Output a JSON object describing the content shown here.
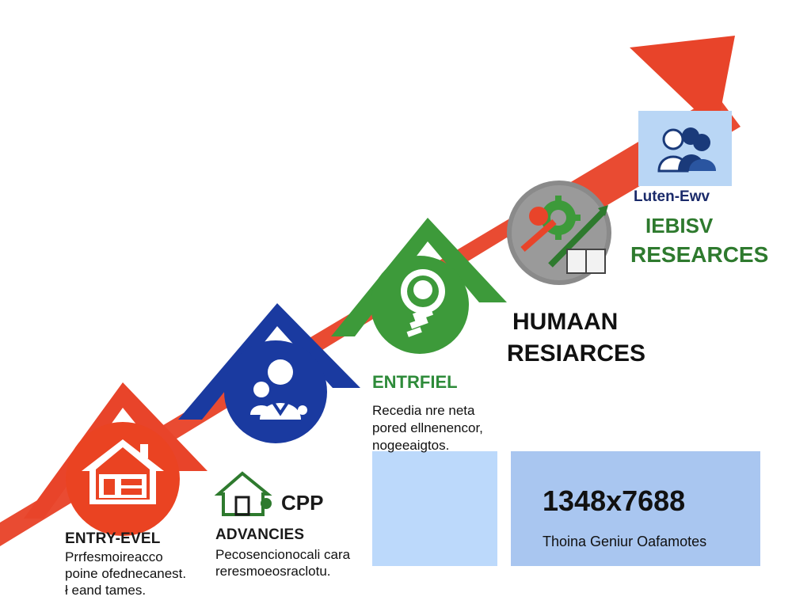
{
  "steps": [
    {
      "id": "entry",
      "title": "ENTRY-EVEL",
      "desc": [
        "Prrfesmoireacco",
        "poine ofednecanest.",
        "ł eand tames."
      ],
      "color": "#e8442a",
      "icon": "house-icon"
    },
    {
      "id": "advancies",
      "title": "ADVANCIES",
      "tag": "CPP",
      "desc": [
        "Pecosencionocali cara",
        "reresmoeosraclotu."
      ],
      "color": "#1a3aa0",
      "icon": "worker-icon"
    },
    {
      "id": "entrfiel",
      "title": "ENTRFIEL",
      "desc": [
        "Recedia nre neta",
        "pored ellnenencor,",
        "nogeeaigtos."
      ],
      "color": "#3d9a3a",
      "icon": "lightbulb-icon"
    },
    {
      "id": "human",
      "title_lines": [
        "HUMAAN",
        "RESIARCES"
      ],
      "color": "#808080",
      "icon": "gear-tools-icon"
    },
    {
      "id": "top",
      "title_lines": [
        "Luten-Ewv",
        "IEBISV",
        "RESEARCES"
      ],
      "color": "#2a55a0",
      "icon": "team-icon"
    }
  ],
  "resolution_panel": {
    "value": "1348x7688",
    "caption": "Thoina Geniur Oafamotes"
  },
  "colors": {
    "red": "#e8442a",
    "blue": "#1a3aa0",
    "green": "#3d9a3a",
    "green_text": "#2e8b3a",
    "panel_light": "#bcd9fb",
    "panel_mid": "#a9c6f0"
  }
}
